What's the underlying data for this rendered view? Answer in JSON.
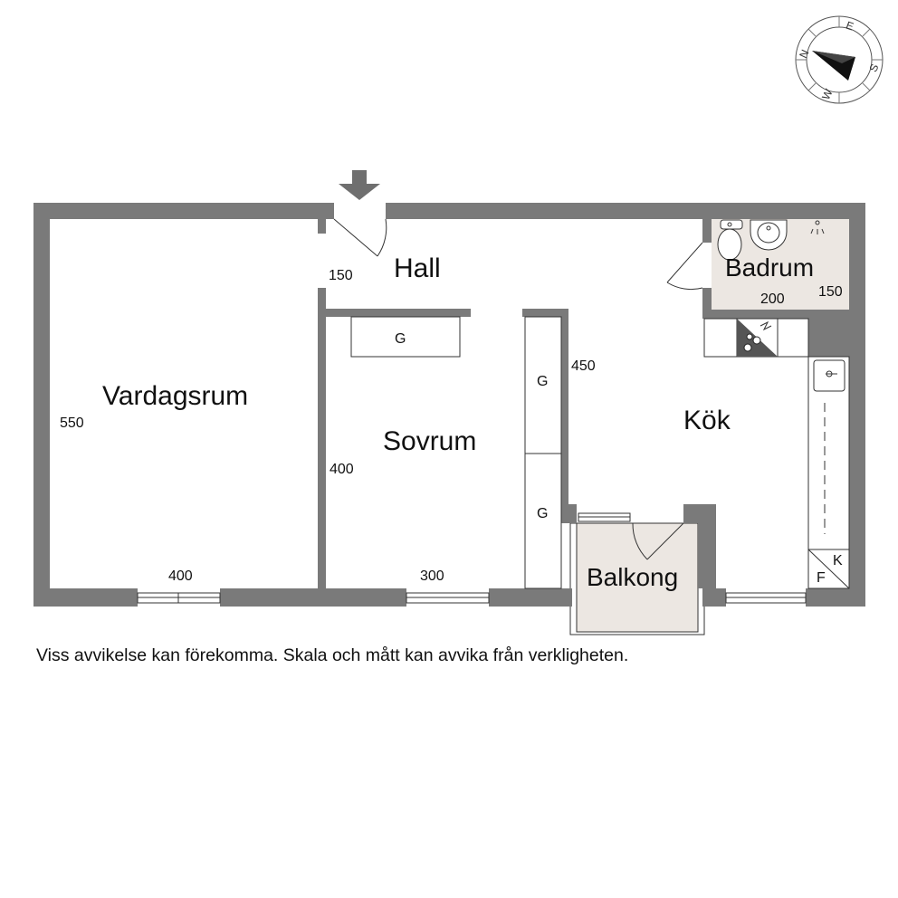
{
  "rooms": {
    "hall": "Hall",
    "vardagsrum": "Vardagsrum",
    "sovrum": "Sovrum",
    "kok": "Kök",
    "badrum": "Badrum",
    "balkong": "Balkong"
  },
  "dimensions": {
    "hall_door": "150",
    "vardagsrum_height": "550",
    "vardagsrum_width": "400",
    "sovrum_height": "400",
    "sovrum_width": "300",
    "kok_height": "450",
    "badrum_width": "200",
    "badrum_height": "150"
  },
  "fixtures": {
    "wardrobe_1": "G",
    "wardrobe_2": "G",
    "wardrobe_3": "G",
    "fridge": "K",
    "freezer": "F"
  },
  "compass": {
    "north": "N",
    "east": "E",
    "south": "S",
    "west": "W"
  },
  "disclaimer": "Viss avvikelse kan förekomma. Skala och mått kan avvika från verkligheten.",
  "colors": {
    "wall": "#7a7a7a",
    "wet_room": "#ece7e2",
    "line": "#333333"
  }
}
